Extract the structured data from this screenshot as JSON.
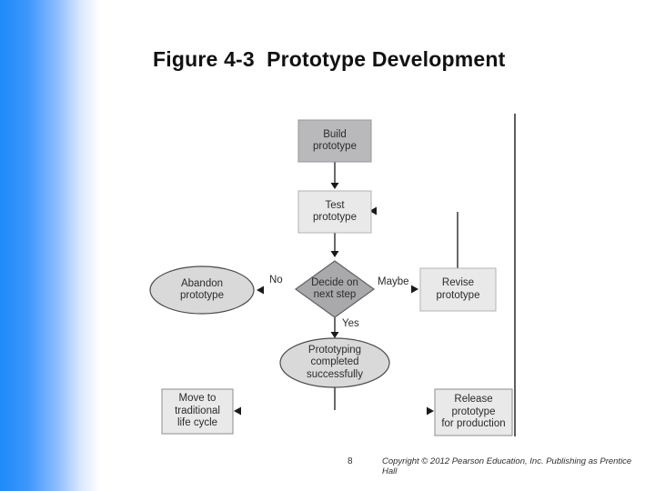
{
  "slide": {
    "title": "Figure 4-3  Prototype Development",
    "footer": {
      "page_number": "8",
      "copyright": "Copyright © 2012 Pearson Education, Inc. Publishing as Prentice Hall"
    }
  },
  "flowchart": {
    "nodes": {
      "build": {
        "shape": "rectangle",
        "label": "Build\nprototype"
      },
      "test": {
        "shape": "rectangle",
        "label": "Test\nprototype"
      },
      "decide": {
        "shape": "diamond",
        "label": "Decide on\nnext step"
      },
      "abandon": {
        "shape": "ellipse",
        "label": "Abandon\nprototype"
      },
      "revise": {
        "shape": "rectangle",
        "label": "Revise\nprototype"
      },
      "completed": {
        "shape": "ellipse",
        "label": "Prototyping\ncompleted\nsuccessfully"
      },
      "move": {
        "shape": "rectangle",
        "label": "Move to\ntraditional\nlife cycle"
      },
      "release": {
        "shape": "rectangle",
        "label": "Release\nprototype\nfor production"
      }
    },
    "edge_labels": {
      "no": "No",
      "maybe": "Maybe",
      "yes": "Yes"
    }
  },
  "colors": {
    "accent_bar_blue": "#1f8afb",
    "box_dark_gray": "#b9b9bc",
    "box_light_gray": "#e9e9e9",
    "ellipse_gray": "#d9d9d9",
    "diamond_gray": "#a9a9ac",
    "line_black": "#1a1a1a"
  }
}
